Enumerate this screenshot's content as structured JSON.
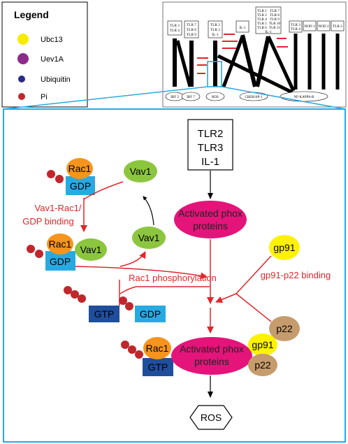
{
  "legend": {
    "title": "Legend",
    "items": [
      {
        "label": "Ubc13",
        "color": "#f5ec00"
      },
      {
        "label": "Uev1A",
        "color": "#8e2a8c"
      },
      {
        "label": "Ubiquitin",
        "color": "#2a2a8c"
      },
      {
        "label": "Pi",
        "color": "#c0272d"
      }
    ]
  },
  "overview": {
    "receptor_boxes": [
      [
        "TLR 3",
        "TLR 4"
      ],
      [
        "TLR 7",
        "TLR 8",
        "TLR 9"
      ],
      [
        "TLR 2",
        "TLR 3",
        "IL-1"
      ],
      [
        "IL-1"
      ],
      [
        "TLR 1",
        "TLR 2",
        "TLR 4",
        "TLR 5",
        "TLR 6",
        "TLR 7",
        "TLR 8",
        "TLR 9",
        "TLR 10",
        "TLR 11",
        "IL-1"
      ],
      [
        "TLR 3",
        "TLR 4"
      ],
      [
        "NOD 1"
      ],
      [
        "NOD 2"
      ],
      [
        "TLR 2"
      ]
    ],
    "outputs": [
      "IRF 3",
      "IRF 7",
      "ROS",
      "CREB/AP-1",
      "NF-KAPPA-B"
    ]
  },
  "detail": {
    "receptors": [
      "TLR2",
      "TLR3",
      "IL-1"
    ],
    "activated_phox": "Activated phox proteins",
    "rac1": "Rac1",
    "gdp": "GDP",
    "gtp": "GTP",
    "vav1": "Vav1",
    "gp91": "gp91",
    "p22": "p22",
    "vav_binding_label": "Vav1-Rac1/ GDP binding",
    "phosphorylation_label": "Rac1 phosphorylation",
    "gp91_binding_label": "gp91-p22 binding",
    "output": "ROS"
  },
  "colors": {
    "accent_blue": "#29a9e1",
    "arrow_red": "#e0262b",
    "magenta": "#e4147a",
    "rac_orange": "#f7941d",
    "vav_green": "#8cc63f",
    "gdp_blue": "#27aae1",
    "gtp_blue": "#1f4e9c",
    "gp91_yellow": "#fff200",
    "p22_tan": "#c69c6d",
    "pi_red": "#c0272d"
  }
}
